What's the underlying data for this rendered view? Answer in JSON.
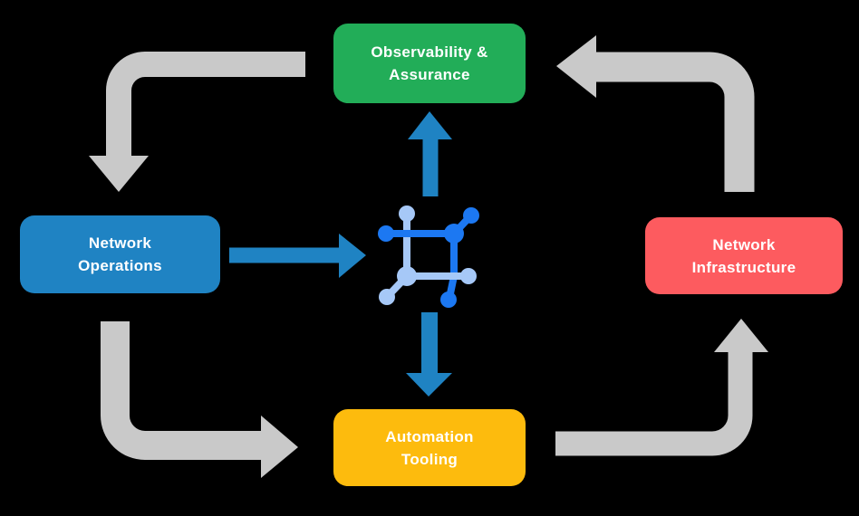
{
  "colors": {
    "background": "#000000",
    "node-green": "#22AD58",
    "node-blue": "#1F83C3",
    "node-red": "#FD5B5F",
    "node-yellow": "#FDBB0D",
    "arrow-gray": "#C9C9C9",
    "arrow-blue": "#1F83C3",
    "icon-dark-blue": "#1C78F2",
    "icon-light-blue": "#A6C8F7",
    "text": "#FFFFFF"
  },
  "nodes": [
    {
      "id": "observability",
      "lines": [
        "Observability &",
        "Assurance"
      ],
      "color": "#22AD58"
    },
    {
      "id": "operations",
      "lines": [
        "Network",
        "Operations"
      ],
      "color": "#1F83C3"
    },
    {
      "id": "infrastructure",
      "lines": [
        "Network",
        "Infrastructure"
      ],
      "color": "#FD5B5F"
    },
    {
      "id": "automation",
      "lines": [
        "Automation",
        "Tooling"
      ],
      "color": "#FDBB0D"
    }
  ],
  "center_icon": {
    "name": "network-automation-hub-icon",
    "dark_color": "#1C78F2",
    "light_color": "#A6C8F7"
  },
  "edges": [
    {
      "from": "Observability & Assurance",
      "to": "Network Operations",
      "color": "#C9C9C9"
    },
    {
      "from": "Network Infrastructure",
      "to": "Observability & Assurance",
      "color": "#C9C9C9"
    },
    {
      "from": "Network Operations",
      "to": "Automation Tooling",
      "color": "#C9C9C9"
    },
    {
      "from": "Automation Tooling",
      "to": "Network Infrastructure",
      "color": "#C9C9C9"
    },
    {
      "from": "Network Operations",
      "to": "center-icon",
      "color": "#1F83C3"
    },
    {
      "from": "center-icon",
      "to": "Observability & Assurance",
      "color": "#1F83C3"
    },
    {
      "from": "center-icon",
      "to": "Automation Tooling",
      "color": "#1F83C3"
    }
  ]
}
